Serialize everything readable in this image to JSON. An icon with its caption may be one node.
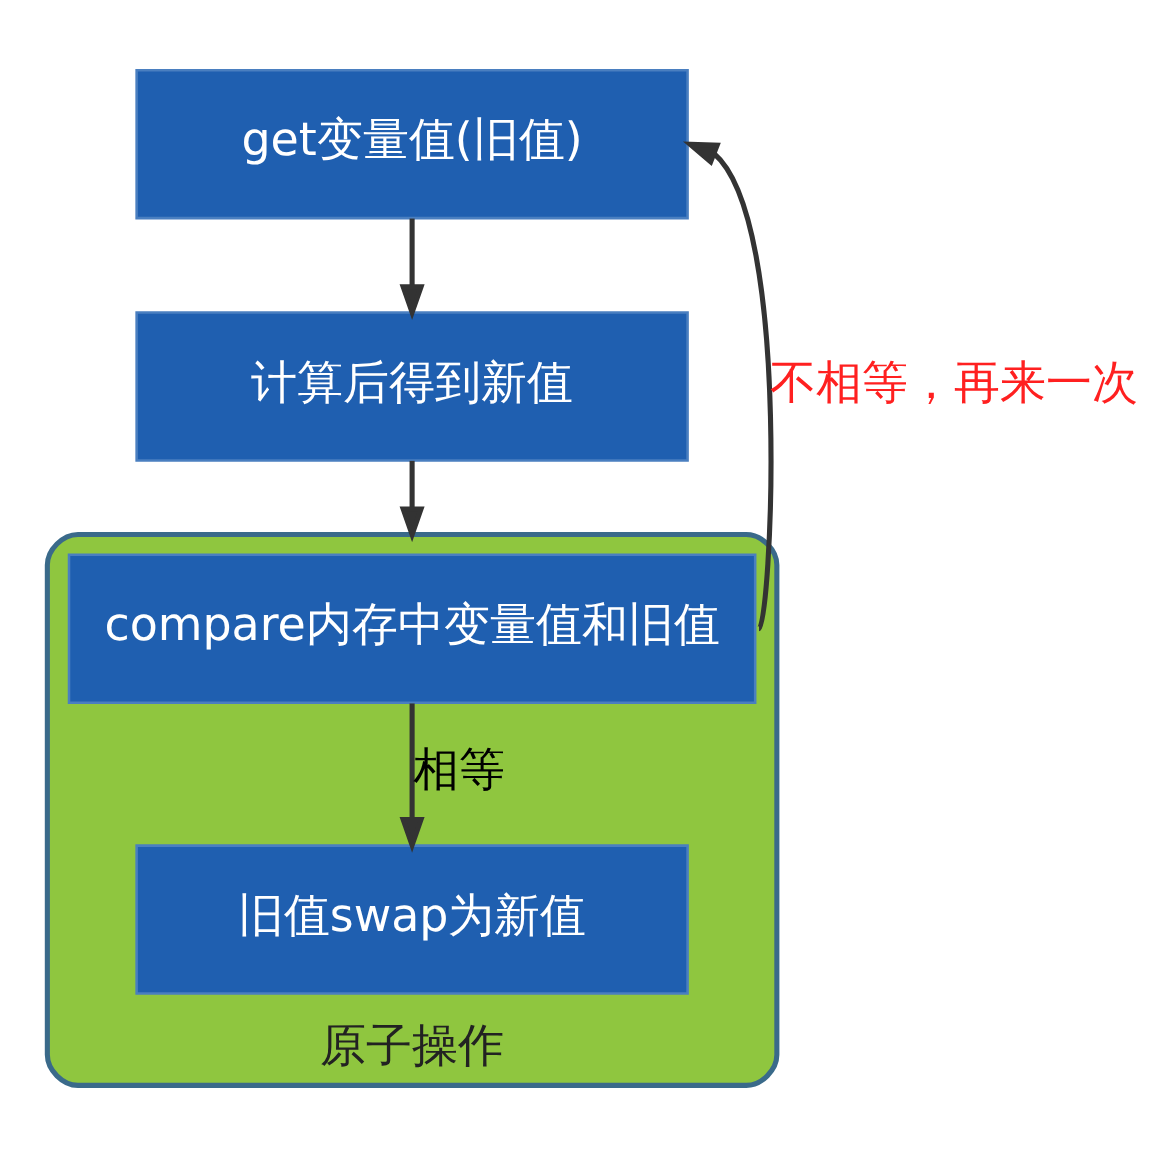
{
  "diagram": {
    "nodes": [
      {
        "text": [
          "get变量值(旧值)"
        ]
      },
      {
        "text": [
          "计算后得到新值"
        ]
      },
      {
        "text": [
          "原子操作"
        ]
      },
      {
        "text": [
          "compare内存中变量值和旧值"
        ],
        "in": 2
      },
      {
        "text": [
          "旧值swap为新值"
        ],
        "in": 2
      }
    ],
    "edges": [
      {
        "from": 0,
        "to": 1,
        "arrow": "to"
      },
      {
        "from": 1,
        "to": 2,
        "arrow": "to"
      },
      {
        "from": 3,
        "to": 4,
        "arrow": "to",
        "label": "相等"
      },
      {
        "from": 3,
        "to": 0,
        "arrow": "to",
        "label": "不相等，再来一次"
      }
    ]
  }
}
